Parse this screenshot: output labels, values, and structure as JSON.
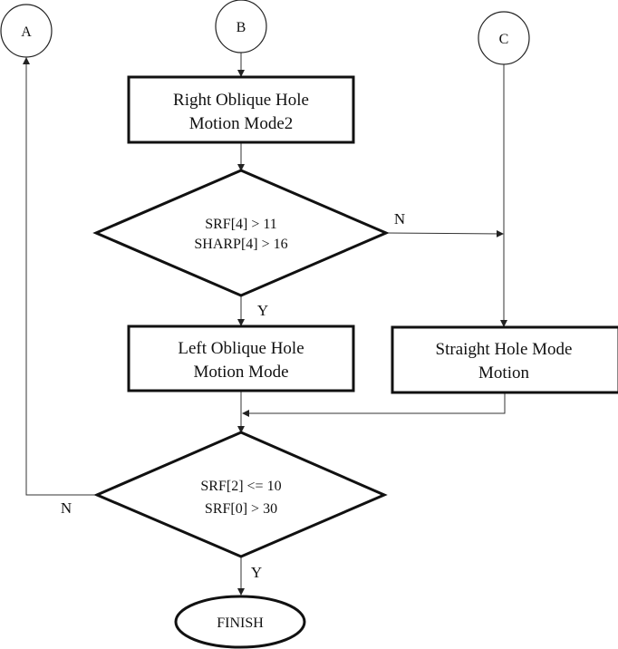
{
  "connectors": {
    "a": "A",
    "b": "B",
    "c": "C"
  },
  "process1": {
    "line1": "Right Oblique Hole",
    "line2": "Motion Mode2"
  },
  "decision1": {
    "line1": "SRF[4] > 11",
    "line2": "SHARP[4] > 16",
    "no_label": "N",
    "yes_label": "Y"
  },
  "process2": {
    "line1": "Left Oblique Hole",
    "line2": "Motion Mode"
  },
  "process3": {
    "line1": "Straight Hole Mode",
    "line2": "Motion"
  },
  "decision2": {
    "line1": "SRF[2] <= 10",
    "line2": "SRF[0] > 30",
    "no_label": "N",
    "yes_label": "Y"
  },
  "terminal": {
    "label": "FINISH"
  }
}
